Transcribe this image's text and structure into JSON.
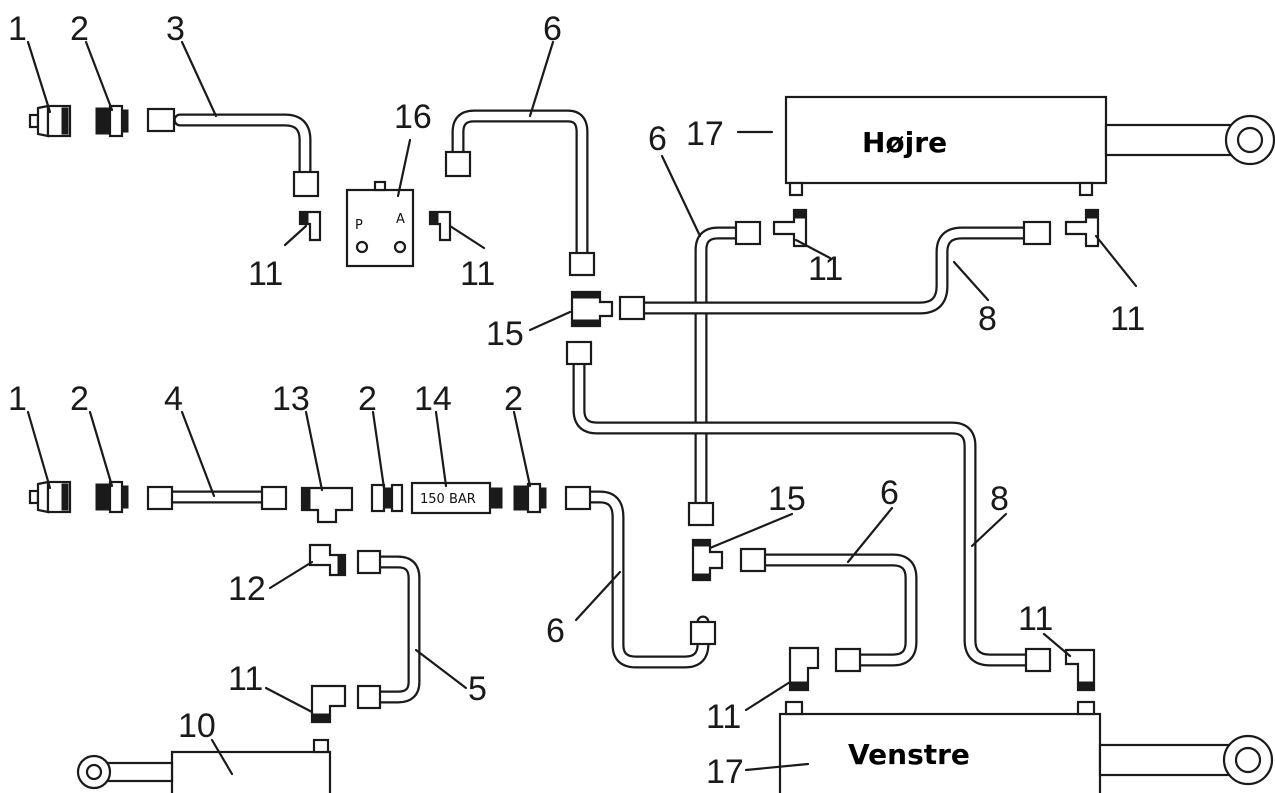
{
  "labels": {
    "right": "Højre",
    "left": "Venstre",
    "valve_rating": "150 BAR",
    "valve_port_p": "P",
    "valve_port_a": "A"
  },
  "callouts": [
    "1",
    "2",
    "3",
    "16",
    "6",
    "6",
    "17",
    "11",
    "11",
    "11",
    "11",
    "15",
    "8",
    "1",
    "2",
    "4",
    "13",
    "2",
    "14",
    "2",
    "15",
    "6",
    "8",
    "11",
    "12",
    "6",
    "11",
    "5",
    "11",
    "10",
    "17"
  ]
}
